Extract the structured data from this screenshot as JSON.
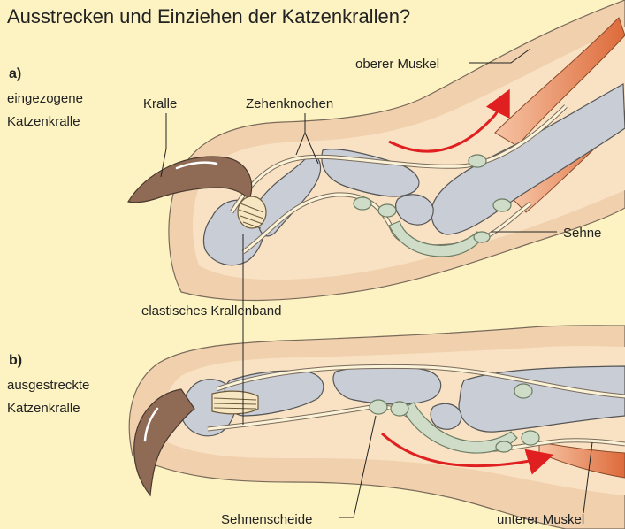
{
  "title": "Ausstrecken und Einziehen der Katzenkrallen?",
  "panel_a": {
    "letter": "a)",
    "caption_line1": "eingezogene",
    "caption_line2": "Katzenkralle",
    "labels": {
      "kralle": "Kralle",
      "zehenknochen": "Zehenknochen",
      "oberer_muskel": "oberer Muskel",
      "sehne": "Sehne",
      "krallenband": "elastisches Krallenband"
    }
  },
  "panel_b": {
    "letter": "b)",
    "caption_line1": "ausgestreckte",
    "caption_line2": "Katzenkralle",
    "labels": {
      "sehnenscheide": "Sehnenscheide",
      "unterer_muskel": "unterer Muskel"
    }
  },
  "colors": {
    "background": "#fdf3c2",
    "skin": "#f1d1ad",
    "skin_light": "#f9e6cc",
    "bone": "#c9cdd6",
    "claw": "#8f6a55",
    "muscle": "#e07a4a",
    "tendon_sheath": "#cfdcc8",
    "arrow": "#e02020"
  }
}
